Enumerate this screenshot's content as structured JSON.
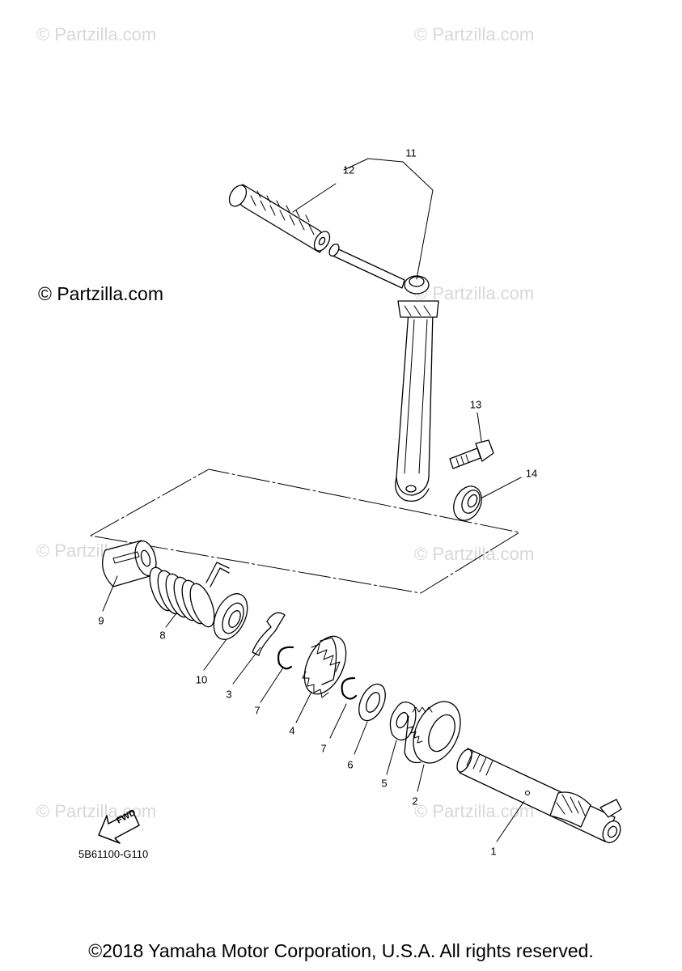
{
  "watermarks": {
    "small": [
      "© Partzilla.com",
      "© Partzilla.com",
      "© Partzilla.com",
      "© Partzilla.com",
      "© Partzilla.com",
      "© Partzilla.com",
      "© Partzilla.com"
    ],
    "main": "© Partzilla.com"
  },
  "callouts": [
    "11",
    "12",
    "13",
    "14",
    "9",
    "8",
    "10",
    "3",
    "7",
    "4",
    "7",
    "6",
    "5",
    "2",
    "1"
  ],
  "fwd_label": "FWD",
  "diagram_code": "5B61100-G110",
  "copyright": "©2018 Yamaha Motor Corporation, U.S.A. All rights reserved."
}
